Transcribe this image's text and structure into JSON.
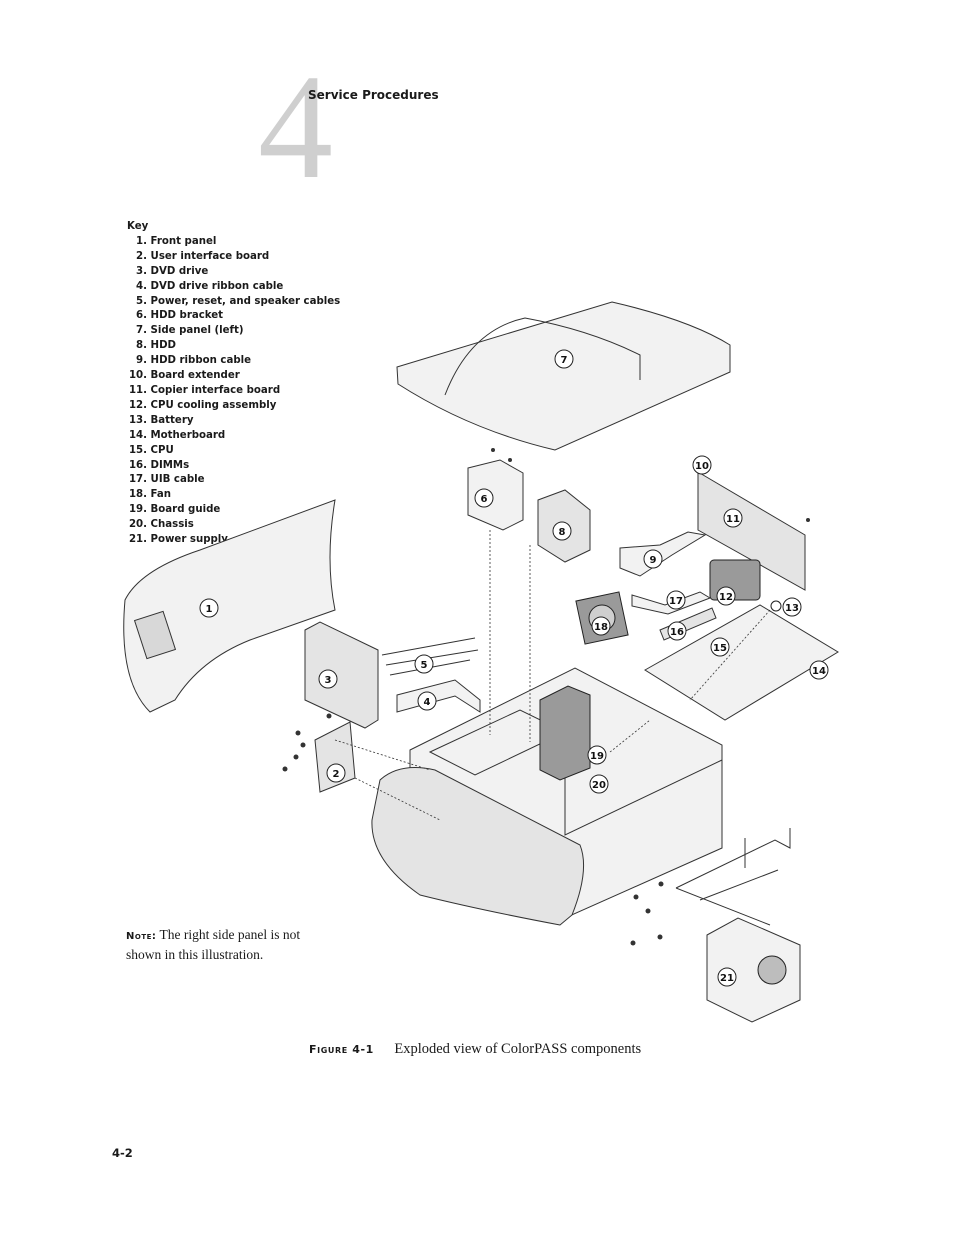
{
  "chapter": {
    "number": "4",
    "title": "Service Procedures"
  },
  "key": {
    "title": "Key",
    "items": [
      {
        "num": "1.",
        "label": "Front panel"
      },
      {
        "num": "2.",
        "label": "User interface board"
      },
      {
        "num": "3.",
        "label": "DVD drive"
      },
      {
        "num": "4.",
        "label": "DVD drive ribbon cable"
      },
      {
        "num": "5.",
        "label": "Power, reset, and speaker cables"
      },
      {
        "num": "6.",
        "label": "HDD bracket"
      },
      {
        "num": "7.",
        "label": "Side panel (left)"
      },
      {
        "num": "8.",
        "label": "HDD"
      },
      {
        "num": "9.",
        "label": "HDD ribbon cable"
      },
      {
        "num": "10.",
        "label": "Board extender"
      },
      {
        "num": "11.",
        "label": "Copier interface board"
      },
      {
        "num": "12.",
        "label": "CPU cooling assembly"
      },
      {
        "num": "13.",
        "label": "Battery"
      },
      {
        "num": "14.",
        "label": "Motherboard"
      },
      {
        "num": "15.",
        "label": "CPU"
      },
      {
        "num": "16.",
        "label": "DIMMs"
      },
      {
        "num": "17.",
        "label": "UIB cable"
      },
      {
        "num": "18.",
        "label": "Fan"
      },
      {
        "num": "19.",
        "label": "Board guide"
      },
      {
        "num": "20.",
        "label": "Chassis"
      },
      {
        "num": "21.",
        "label": "Power supply"
      }
    ]
  },
  "callouts": [
    "1",
    "2",
    "3",
    "4",
    "5",
    "6",
    "7",
    "8",
    "9",
    "10",
    "11",
    "12",
    "13",
    "14",
    "15",
    "16",
    "17",
    "18",
    "19",
    "20",
    "21"
  ],
  "note": {
    "label": "Note:",
    "text": " The right side panel is not shown in this illustration."
  },
  "caption": {
    "label": "Figure 4-1",
    "text": "Exploded view of ColorPASS components"
  },
  "page_number": "4-2"
}
